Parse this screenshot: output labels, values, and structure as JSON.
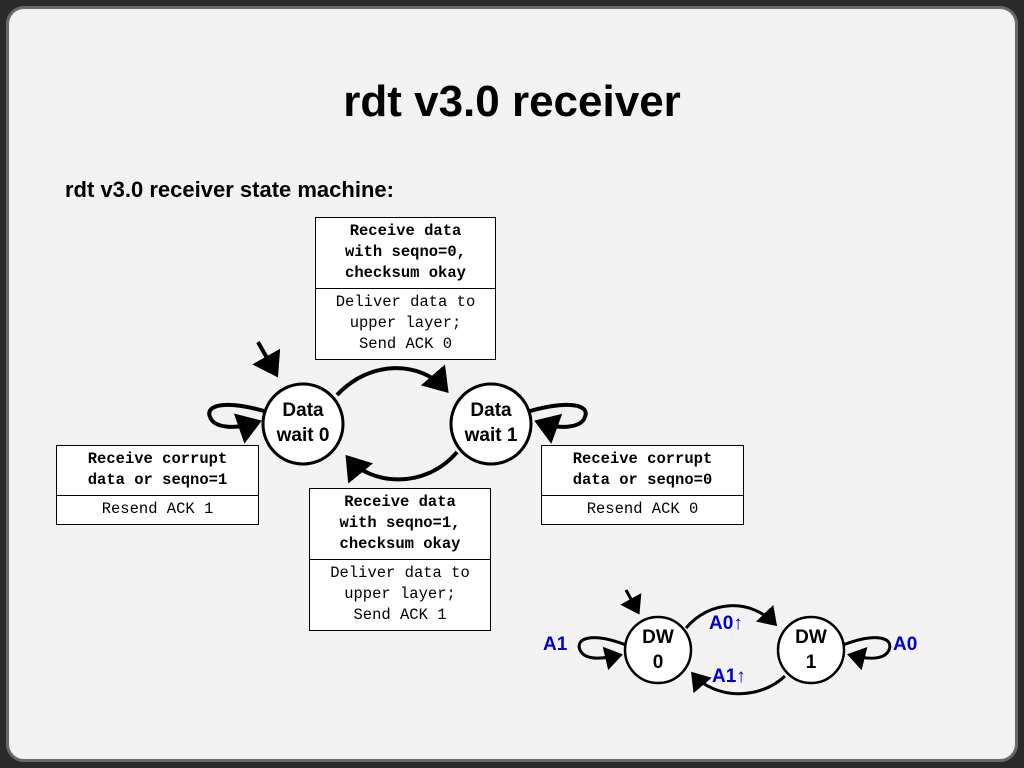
{
  "title": "rdt v3.0 receiver",
  "subtitle": "rdt v3.0 receiver state machine:",
  "states": {
    "wait0": "Data\nwait 0",
    "wait1": "Data\nwait 1"
  },
  "transitions": {
    "top": {
      "condition": "Receive data\nwith seqno=0,\nchecksum okay",
      "action": "Deliver data to\nupper layer;\nSend ACK 0"
    },
    "bottom": {
      "condition": "Receive data\nwith seqno=1,\nchecksum okay",
      "action": "Deliver data to\nupper layer;\nSend ACK 1"
    },
    "left": {
      "condition": "Receive corrupt\ndata or seqno=1",
      "action": "Resend ACK 1"
    },
    "right": {
      "condition": "Receive corrupt\ndata or seqno=0",
      "action": "Resend ACK 0"
    }
  },
  "mini": {
    "dw0": "DW\n0",
    "dw1": "DW\n1",
    "label_a1_left": "A1",
    "label_a0_right": "A0",
    "label_a0_top": "A0↑",
    "label_a1_bottom": "A1↑"
  },
  "colors": {
    "label_blue": "#0000cc"
  }
}
